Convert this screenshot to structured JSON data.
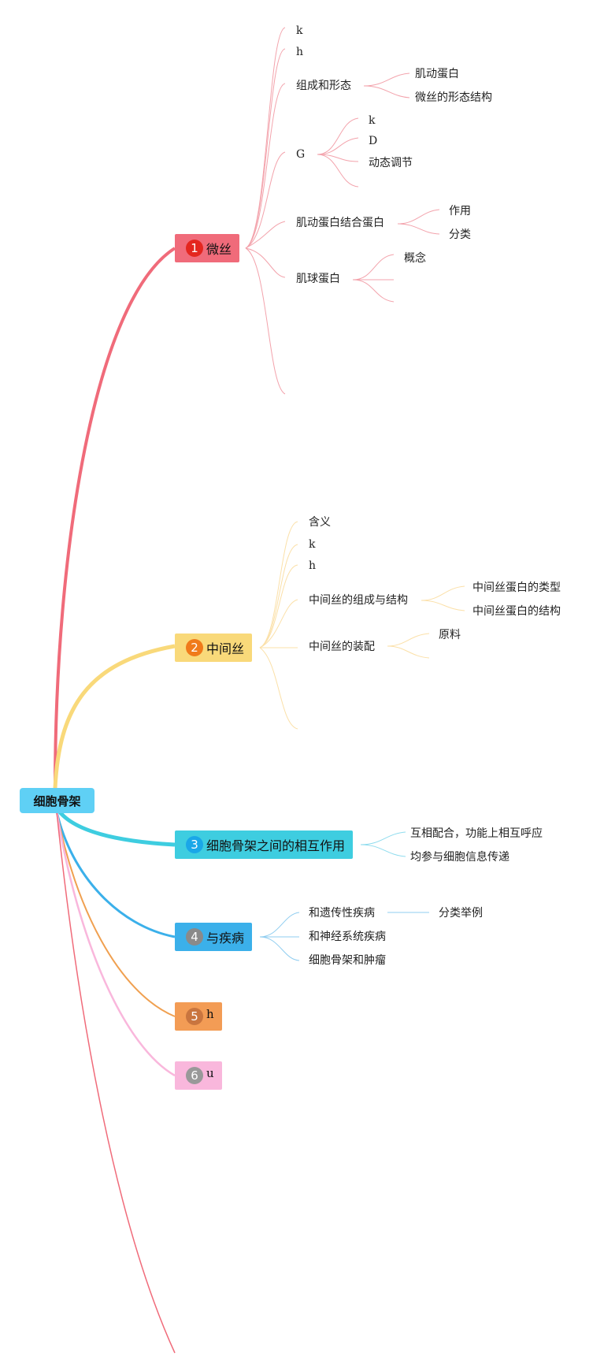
{
  "root": {
    "label": "细胞骨架"
  },
  "colors": {
    "red_branch": "#f06b7a",
    "yellow_branch": "#f9d97a",
    "cyan_branch": "#3ecde0",
    "blue_branch": "#3bb0ea",
    "orange_branch": "#f0a050",
    "pink_branch": "#f9b7dc"
  },
  "topics": [
    {
      "number": "1",
      "label": "微丝",
      "icon": "number-1-badge"
    },
    {
      "number": "2",
      "label": "中间丝",
      "icon": "number-2-badge"
    },
    {
      "number": "3",
      "label": "细胞骨架之间的相互作用",
      "icon": "number-3-badge"
    },
    {
      "number": "4",
      "label": "与疾病",
      "icon": "number-4-badge"
    },
    {
      "number": "5",
      "label": "h",
      "icon": "number-5-badge"
    },
    {
      "number": "6",
      "label": "u",
      "icon": "number-6-badge"
    }
  ],
  "t1": {
    "k": "k",
    "h": "h",
    "composition": "组成和形态",
    "actin": "肌动蛋白",
    "morphology": "微丝的形态结构",
    "g": "G",
    "g_k": "k",
    "g_d": "D",
    "g_dynamic": "动态调节",
    "binding": "肌动蛋白结合蛋白",
    "role": "作用",
    "classify": "分类",
    "myosin": "肌球蛋白",
    "concept": "概念"
  },
  "t2": {
    "meaning": "含义",
    "k": "k",
    "h": "h",
    "composition": "中间丝的组成与结构",
    "protein_types": "中间丝蛋白的类型",
    "protein_structure": "中间丝蛋白的结构",
    "assembly": "中间丝的装配",
    "raw": "原料"
  },
  "t3": {
    "cooperate": "互相配合，功能上相互呼应",
    "signal": "均参与细胞信息传递"
  },
  "t4": {
    "genetic": "和遗传性疾病",
    "classify_example": "分类举例",
    "neuro": "和神经系统疾病",
    "tumor": "细胞骨架和肿瘤"
  }
}
